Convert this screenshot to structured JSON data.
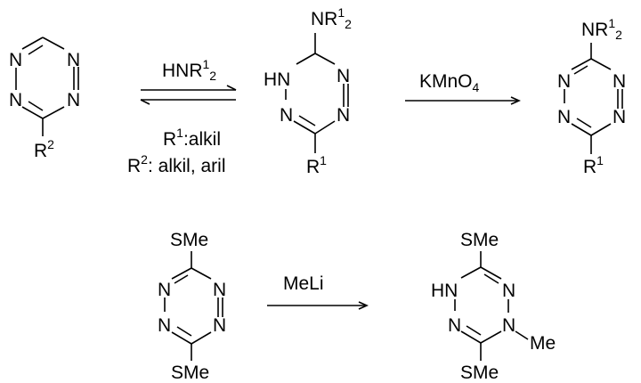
{
  "reaction1": {
    "reactant": {
      "atoms": {
        "n1": "N",
        "n2": "N",
        "n3": "N",
        "n4": "N"
      },
      "substituent": {
        "base": "R",
        "sup": "2"
      }
    },
    "reagent": {
      "base": "HNR",
      "sup": "1",
      "sub": "2"
    },
    "conditions": {
      "line1": {
        "base": "R",
        "sup": "1",
        "text": ":alkil"
      },
      "line2": {
        "base": "R",
        "sup": "2",
        "text": ": alkil, aril"
      }
    },
    "intermediate": {
      "top": {
        "base": "NR",
        "sup": "1",
        "sub": "2"
      },
      "hn": "HN",
      "atoms": {
        "n2": "N",
        "n3": "N",
        "n4": "N"
      },
      "bottom": {
        "base": "R",
        "sup": "1"
      }
    },
    "oxidant": {
      "base": "KMnO",
      "sub": "4"
    },
    "product": {
      "top": {
        "base": "NR",
        "sup": "1",
        "sub": "2"
      },
      "atoms": {
        "n1": "N",
        "n2": "N",
        "n3": "N",
        "n4": "N"
      },
      "bottom": {
        "base": "R",
        "sup": "1"
      }
    }
  },
  "reaction2": {
    "reactant": {
      "top": "SMe",
      "atoms": {
        "n1": "N",
        "n2": "N",
        "n3": "N",
        "n4": "N"
      },
      "bottom": "SMe"
    },
    "reagent": "MeLi",
    "product": {
      "top": "SMe",
      "hn": "HN",
      "atoms": {
        "n2": "N",
        "n3": "N",
        "n4": "N"
      },
      "methyl": "Me",
      "bottom": "SMe"
    }
  }
}
